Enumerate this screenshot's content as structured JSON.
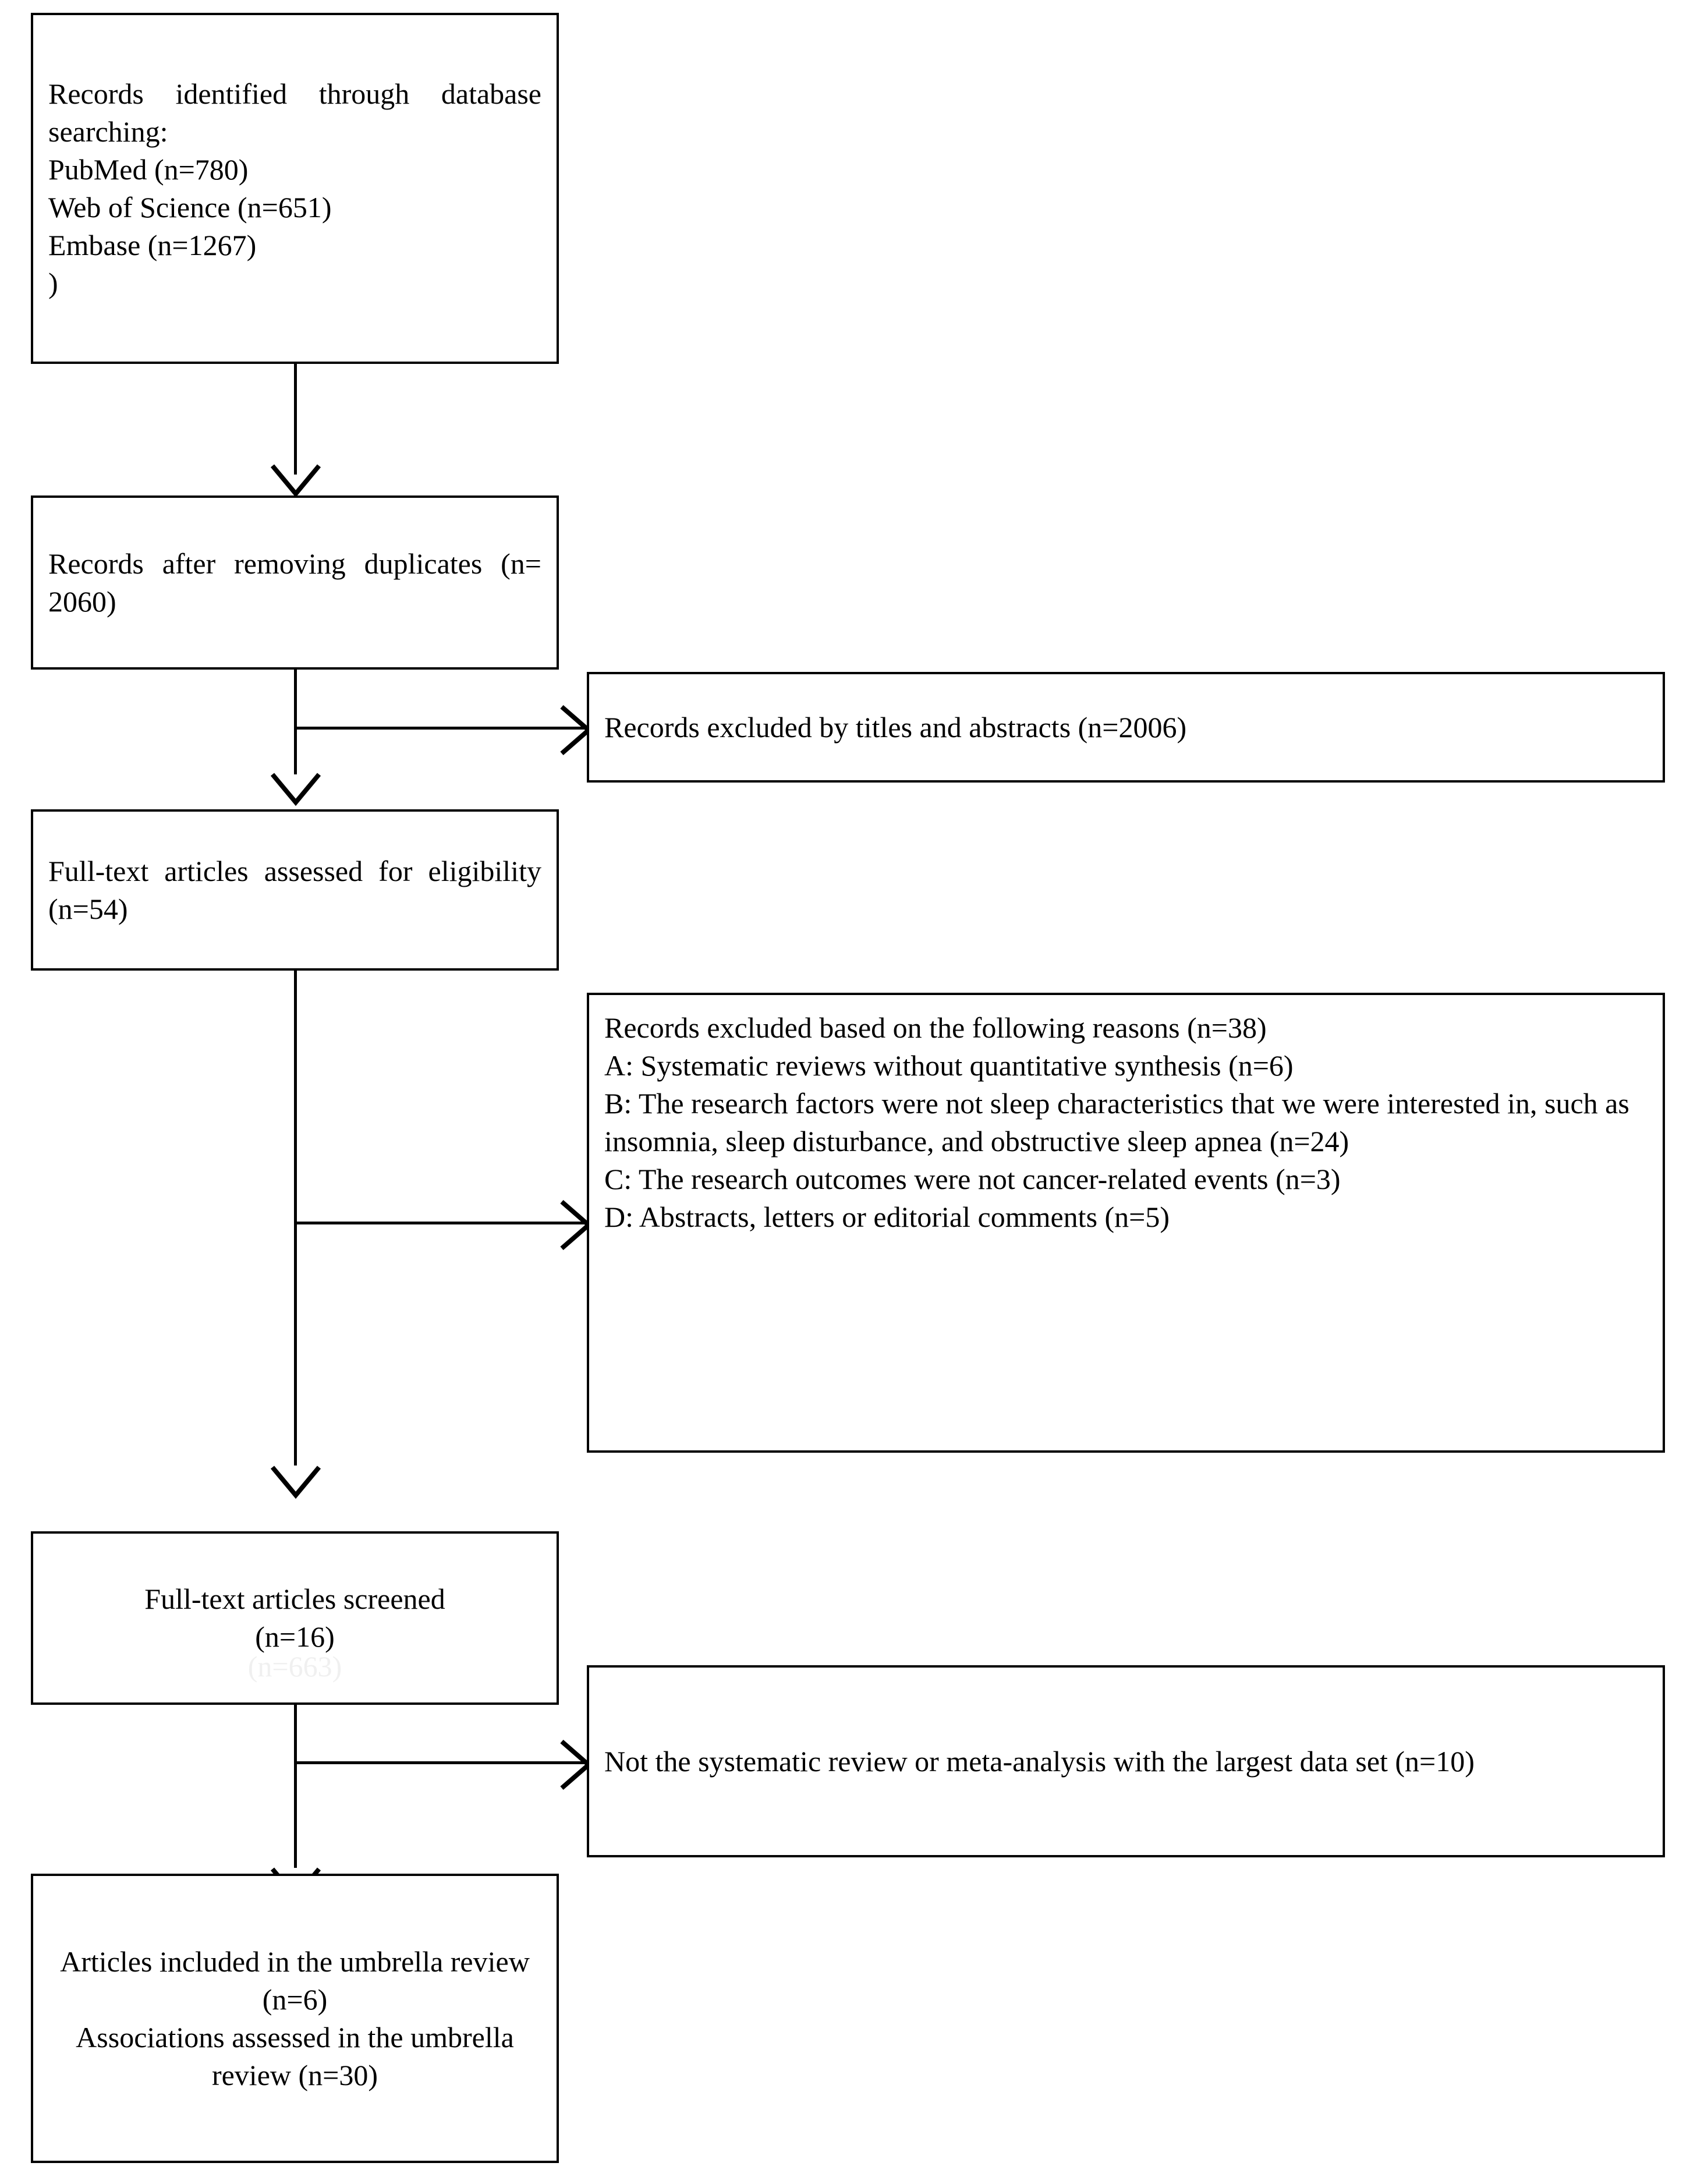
{
  "diagram": {
    "title": "PRISMA study selection flow diagram",
    "type": "flowchart",
    "line_color": "#000000",
    "background_color": "#ffffff",
    "text_color": "#000000"
  },
  "nodes": {
    "identified": {
      "id": "records-identified",
      "text": "Records identified through database searching:\nPubMed (n=780)\nWeb of Science (n=651)\nEmbase (n=1267)\n)",
      "align": "justify"
    },
    "after_duplicates": {
      "id": "records-after-duplicates",
      "text": "Records after removing duplicates (n= 2060)",
      "align": "justify"
    },
    "excluded_titles": {
      "id": "records-excluded-titles-abstracts",
      "text": "Records excluded by titles and abstracts (n=2006)",
      "align": "left"
    },
    "assessed": {
      "id": "full-text-assessed",
      "text": "Full-text articles assessed for eligibility (n=54)",
      "align": "justify"
    },
    "excluded_reasons": {
      "id": "records-excluded-reasons",
      "text": "Records excluded based on the following reasons (n=38)\nA: Systematic reviews without quantitative synthesis (n=6)\nB: The research factors were not sleep characteristics that we were interested in, such as insomnia, sleep disturbance, and obstructive sleep apnea (n=24)\nC: The research outcomes were not cancer-related events (n=3)\nD: Abstracts, letters or editorial comments (n=5)",
      "align": "left"
    },
    "screened": {
      "id": "full-text-screened",
      "text": "Full-text articles screened\n(n=16)",
      "align": "center",
      "ghost_text": "(n=663)"
    },
    "not_largest": {
      "id": "not-largest-data-set",
      "text": "Not the systematic review or meta-analysis with the largest data set (n=10)",
      "align": "left"
    },
    "included": {
      "id": "articles-included",
      "text": "Articles included in the umbrella review (n=6)\nAssociations assessed in the umbrella review (n=30)",
      "align": "center"
    }
  },
  "counts": {
    "pubmed": 780,
    "web_of_science": 651,
    "embase": 1267,
    "after_duplicates": 2060,
    "excluded_titles_abstracts": 2006,
    "full_text_assessed": 54,
    "excluded_total": 38,
    "reason_a_no_quantitative_synthesis": 6,
    "reason_b_not_sleep_characteristics": 24,
    "reason_c_not_cancer_related": 3,
    "reason_d_abstracts_letters_editorials": 5,
    "full_text_screened": 16,
    "not_largest_data_set": 10,
    "articles_included": 6,
    "associations_assessed": 30
  }
}
